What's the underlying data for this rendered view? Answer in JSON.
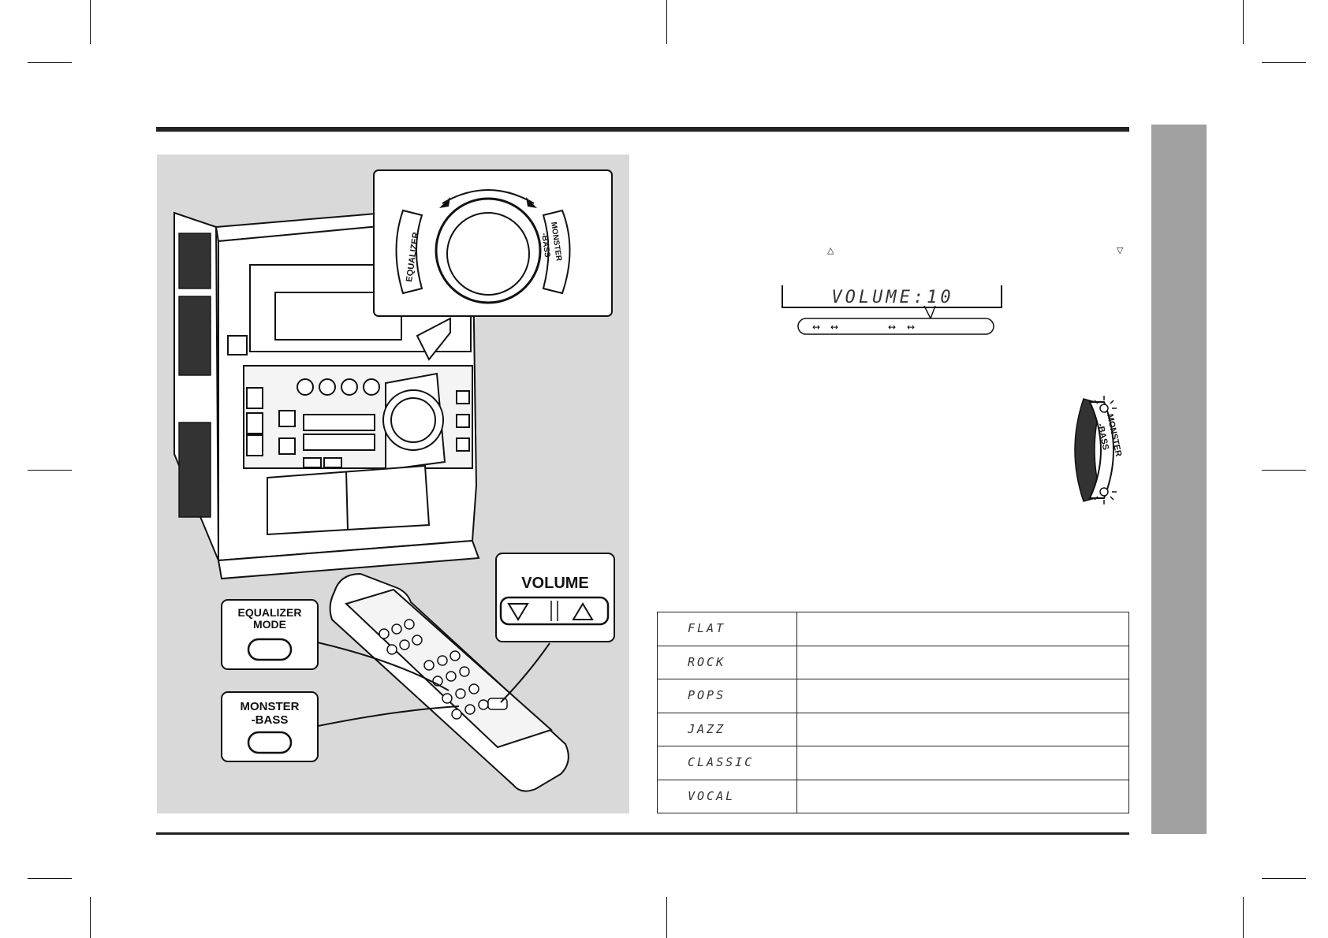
{
  "illustration": {
    "callout_dial": {
      "equalizer_label": "EQUALIZER",
      "monster_label_line1": "MONSTER",
      "monster_label_line2": "-BASS"
    },
    "remote_buttons": {
      "equalizer_line1": "EQUALIZER",
      "equalizer_line2": "MODE",
      "monster_line1": "MONSTER",
      "monster_line2": "-BASS",
      "volume_label": "VOLUME"
    }
  },
  "volume_display": {
    "text": "VOLUME:10",
    "up_symbol": "△",
    "down_symbol": "▽",
    "arrows": [
      "↔",
      "↔",
      "↔",
      "↔"
    ]
  },
  "monster_bass_badge": {
    "line1": "MONSTER",
    "line2": "-BASS"
  },
  "equalizer_modes": [
    {
      "mode": "FLAT",
      "description": ""
    },
    {
      "mode": "ROCK",
      "description": ""
    },
    {
      "mode": "POPS",
      "description": ""
    },
    {
      "mode": "JAZZ",
      "description": ""
    },
    {
      "mode": "CLASSIC",
      "description": ""
    },
    {
      "mode": "VOCAL",
      "description": ""
    }
  ],
  "colors": {
    "panel_bg": "#d9d9d9",
    "side_tab": "#a0a0a0",
    "rule": "#222222"
  }
}
